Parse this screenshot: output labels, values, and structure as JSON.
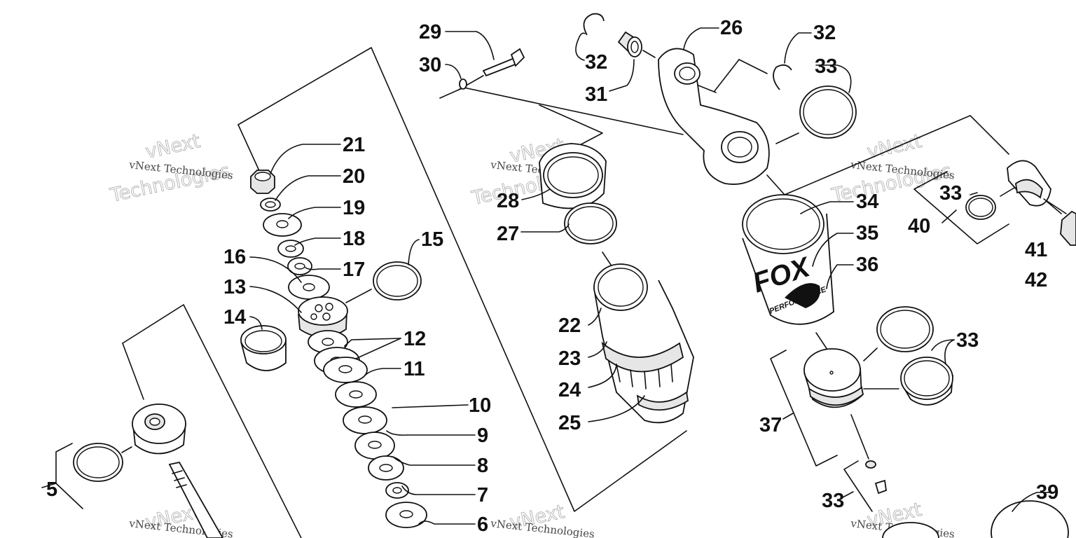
{
  "diagram": {
    "watermark": {
      "line1": "vNext Technologies",
      "line2": "vNext",
      "line3": "Technologies"
    },
    "brand": {
      "logo": "FOX",
      "tagline": "PERFORMANCE"
    },
    "callouts": {
      "c5": "5",
      "c6": "6",
      "c7": "7",
      "c8": "8",
      "c9": "9",
      "c10": "10",
      "c11": "11",
      "c12": "12",
      "c13": "13",
      "c14": "14",
      "c15": "15",
      "c16": "16",
      "c17": "17",
      "c18": "18",
      "c19": "19",
      "c20": "20",
      "c21": "21",
      "c22": "22",
      "c23": "23",
      "c24": "24",
      "c25": "25",
      "c26": "26",
      "c27": "27",
      "c28": "28",
      "c29": "29",
      "c30": "30",
      "c31": "31",
      "c32a": "32",
      "c32b": "32",
      "c33a": "33",
      "c33b": "33",
      "c33c": "33",
      "c33d": "33",
      "c34": "34",
      "c35": "35",
      "c36": "36",
      "c37": "37",
      "c39": "39",
      "c40": "40",
      "c41": "41",
      "c42": "42"
    }
  }
}
